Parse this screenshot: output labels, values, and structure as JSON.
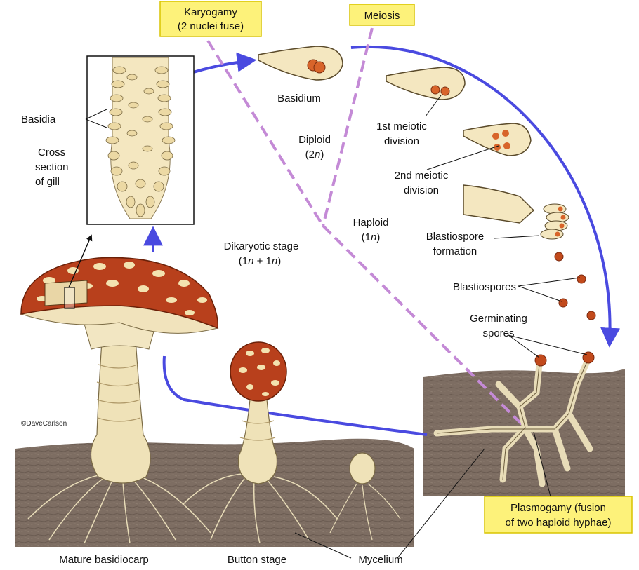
{
  "labels": {
    "karyogamy_line1": "Karyogamy",
    "karyogamy_line2": "(2 nuclei fuse)",
    "meiosis": "Meiosis",
    "basidia": "Basidia",
    "cross_section_1": "Cross",
    "cross_section_2": "section",
    "cross_section_3": "of gill",
    "basidium": "Basidium",
    "diploid_1": "Diploid",
    "diploid_2_pre": "(2",
    "diploid_2_it": "n",
    "diploid_2_post": ")",
    "haploid_1": "Haploid",
    "haploid_2_pre": "(1",
    "haploid_2_it": "n",
    "haploid_2_post": ")",
    "dikaryotic_1": "Dikaryotic stage",
    "dikaryotic_2_a": "(1",
    "dikaryotic_2_b": "n",
    "dikaryotic_2_c": " + 1",
    "dikaryotic_2_d": "n",
    "dikaryotic_2_e": ")",
    "first_meiotic_1": "1st meiotic",
    "first_meiotic_2": "division",
    "second_meiotic_1": "2nd meiotic",
    "second_meiotic_2": "division",
    "blastiospore_formation_1": "Blastiospore",
    "blastiospore_formation_2": "formation",
    "blastiospores": "Blastiospores",
    "germinating_1": "Germinating",
    "germinating_2": "spores",
    "plasmogamy_1": "Plasmogamy (fusion",
    "plasmogamy_2": "of two haploid hyphae)",
    "mature": "Mature basidiocarp",
    "button": "Button stage",
    "mycelium": "Mycelium",
    "credit": "©DaveCarlson"
  },
  "colors": {
    "cycle_arrow": "#4a4ae0",
    "phase_divider": "#c48ad6",
    "cap": "#b8401c",
    "cap_spots": "#f3e3b0",
    "stalk": "#efe2b8",
    "soil": "#7a6a5e",
    "label_box": "#fdf27a",
    "nucleus": "#d8642a",
    "spore": "#c24a1c"
  }
}
